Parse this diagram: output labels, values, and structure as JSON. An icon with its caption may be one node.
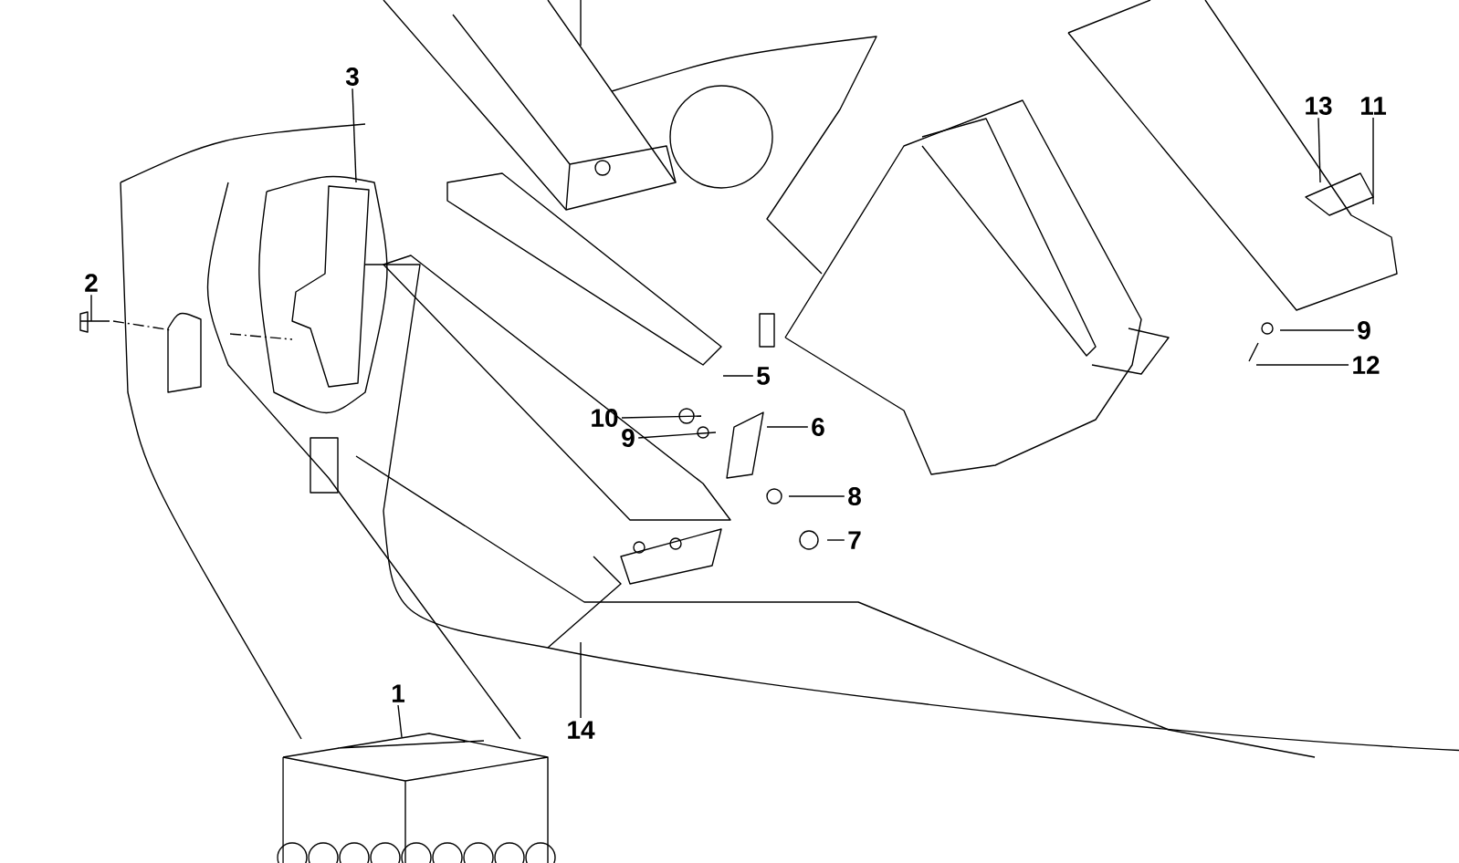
{
  "diagram": {
    "nodes": [
      {
        "text": [
          "13"
        ]
      },
      {
        "text": [
          "11"
        ]
      },
      {
        "text": [
          "3"
        ]
      },
      {
        "text": [
          "2"
        ]
      },
      {
        "text": [
          "9"
        ]
      },
      {
        "text": [
          "12"
        ]
      },
      {
        "text": [
          "5"
        ]
      },
      {
        "text": [
          "6"
        ]
      },
      {
        "text": [
          "10"
        ]
      },
      {
        "text": [
          "9"
        ]
      },
      {
        "text": [
          "8"
        ]
      },
      {
        "text": [
          "7"
        ]
      },
      {
        "text": [
          "1"
        ]
      },
      {
        "text": [
          "14"
        ]
      }
    ],
    "edges": [
      {
        "from": 0,
        "to": null,
        "arrow": "none"
      },
      {
        "from": 1,
        "to": null,
        "arrow": "none"
      },
      {
        "from": 2,
        "to": null,
        "arrow": "none"
      },
      {
        "from": 3,
        "to": null,
        "arrow": "none"
      },
      {
        "from": 4,
        "to": null,
        "arrow": "none"
      },
      {
        "from": 5,
        "to": null,
        "arrow": "none"
      },
      {
        "from": 6,
        "to": null,
        "arrow": "none"
      },
      {
        "from": 7,
        "to": null,
        "arrow": "none"
      },
      {
        "from": 8,
        "to": null,
        "arrow": "none"
      },
      {
        "from": 9,
        "to": null,
        "arrow": "none"
      },
      {
        "from": 10,
        "to": null,
        "arrow": "none"
      },
      {
        "from": 11,
        "to": null,
        "arrow": "none"
      },
      {
        "from": 12,
        "to": null,
        "arrow": "none"
      },
      {
        "from": 13,
        "to": null,
        "arrow": "none"
      }
    ]
  }
}
